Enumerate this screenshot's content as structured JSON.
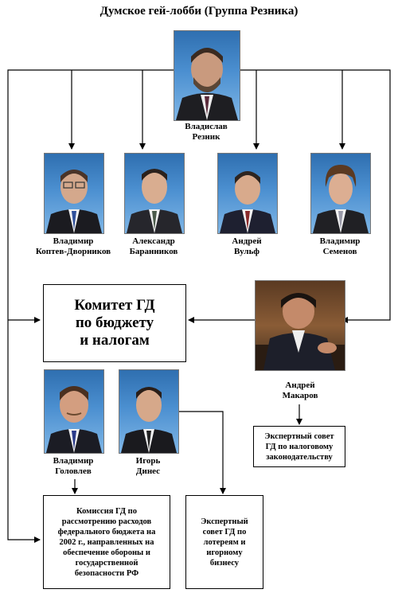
{
  "title": "Думское гей-лобби (Группа Резника)",
  "people": {
    "reznik": {
      "first": "Владислав",
      "last": "Резник"
    },
    "koptev": {
      "first": "Владимир",
      "last": "Коптев-Дворников"
    },
    "barannikov": {
      "first": "Александр",
      "last": "Баранников"
    },
    "vulf": {
      "first": "Андрей",
      "last": "Вульф"
    },
    "semenov": {
      "first": "Владимир",
      "last": "Семенов"
    },
    "makarov": {
      "first": "Андрей",
      "last": "Макаров"
    },
    "golovlev": {
      "first": "Владимир",
      "last": "Головлев"
    },
    "dines": {
      "first": "Игорь",
      "last": "Динес"
    }
  },
  "boxes": {
    "committee": [
      "Комитет ГД",
      "по бюджету",
      "и налогам"
    ],
    "tax_council": [
      "Экспертный совет",
      "ГД по налоговому",
      "законодательству"
    ],
    "commission": [
      "Комиссия ГД по",
      "рассмотрению расходов",
      "федерального бюджета на",
      "2002 г., направленных на",
      "обеспечение обороны и",
      "государственной",
      "безопасности РФ"
    ],
    "lottery_council": [
      "Экспертный",
      "совет ГД по",
      "лотереям и",
      "игорному",
      "бизнесу"
    ]
  }
}
